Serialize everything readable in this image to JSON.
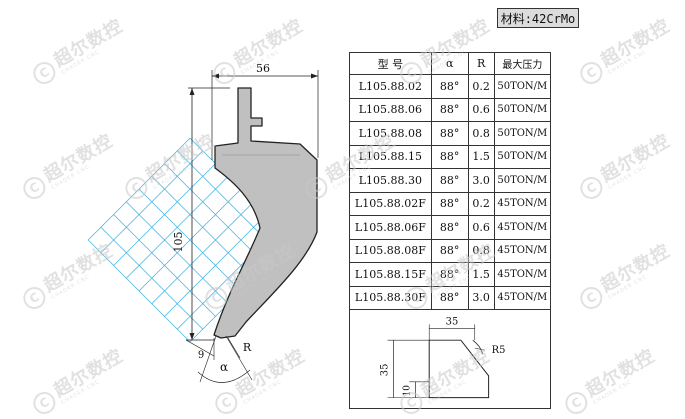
{
  "watermark": {
    "logo": "C",
    "name": "超尔数控",
    "sub": "CHAOER CNC",
    "color": "#c9c9c9"
  },
  "material_label": "材料:42CrMo",
  "table": {
    "headers": [
      "型  号",
      "α",
      "R",
      "最大压力"
    ],
    "rows": [
      [
        "L105.88.02",
        "88°",
        "0.2",
        "50TON/M"
      ],
      [
        "L105.88.06",
        "88°",
        "0.6",
        "50TON/M"
      ],
      [
        "L105.88.08",
        "88°",
        "0.8",
        "50TON/M"
      ],
      [
        "L105.88.15",
        "88°",
        "1.5",
        "50TON/M"
      ],
      [
        "L105.88.30",
        "88°",
        "3.0",
        "50TON/M"
      ],
      [
        "L105.88.02F",
        "88°",
        "0.2",
        "45TON/M"
      ],
      [
        "L105.88.06F",
        "88°",
        "0.6",
        "45TON/M"
      ],
      [
        "L105.88.08F",
        "88°",
        "0.8",
        "45TON/M"
      ],
      [
        "L105.88.15F",
        "88°",
        "1.5",
        "45TON/M"
      ],
      [
        "L105.88.30F",
        "88°",
        "3.0",
        "45TON/M"
      ]
    ]
  },
  "tool": {
    "width_dim": "56",
    "height_dim": "105",
    "tip_dim": "9",
    "radius_label": "R",
    "angle_label": "α",
    "fill": "#c0c0c0",
    "grid_color": "#3ab0e0"
  },
  "detail": {
    "width_dim": "35",
    "height_dim": "35",
    "small_dim": "10",
    "radius_label": "R5"
  }
}
